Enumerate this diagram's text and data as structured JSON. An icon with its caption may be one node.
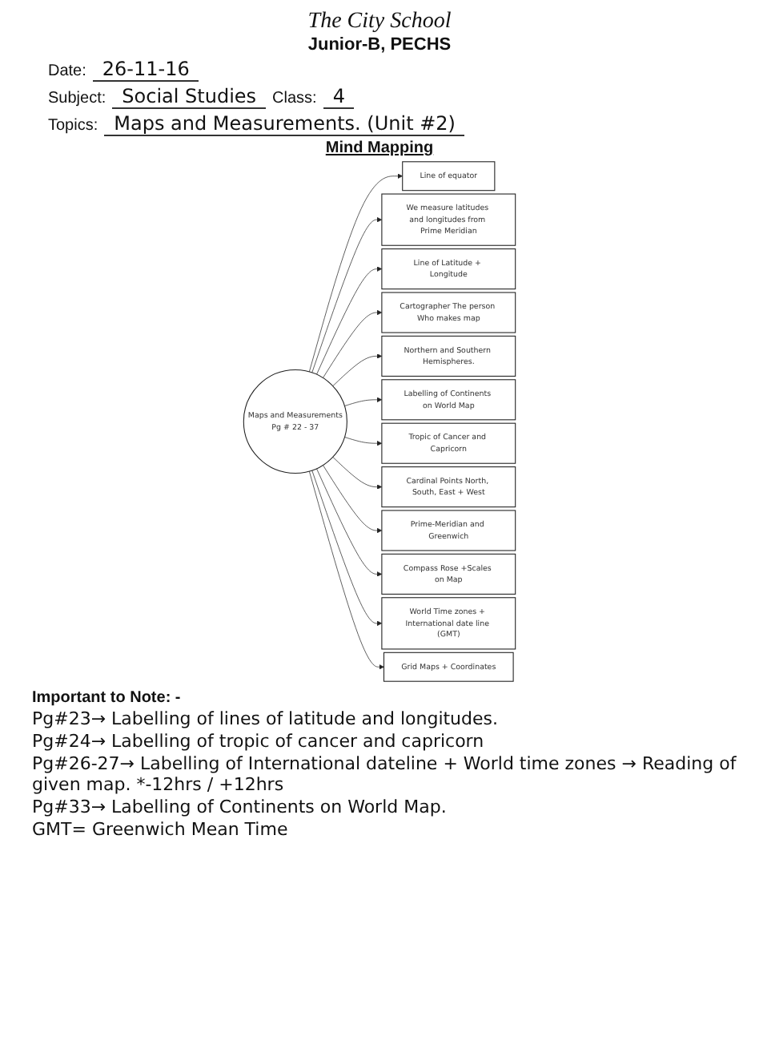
{
  "diagram": {
    "title": "Mind Mapping",
    "nodes": [
      {
        "text": [
          "Maps and Measurements",
          "Pg # 22 - 37"
        ]
      },
      {
        "text": [
          "Line of equator"
        ]
      },
      {
        "text": [
          "We measure latitudes and longitudes from Prime Meridian"
        ]
      },
      {
        "text": [
          "Line of Latitude + Longitude"
        ]
      },
      {
        "text": [
          "Cartographer The person Who makes map"
        ]
      },
      {
        "text": [
          "Northern and Southern Hemispheres."
        ]
      },
      {
        "text": [
          "Labelling of Continents on World Map"
        ]
      },
      {
        "text": [
          "Tropic of Cancer and Capricorn"
        ]
      },
      {
        "text": [
          "Cardinal Points North, South, East + West"
        ]
      },
      {
        "text": [
          "Prime-Meridian and Greenwich"
        ]
      },
      {
        "text": [
          "Compass Rose +Scales on Map"
        ]
      },
      {
        "text": [
          "World Time zones + International date line (GMT)"
        ]
      },
      {
        "text": [
          "Grid Maps + Coordinates"
        ]
      }
    ],
    "edges": [
      {
        "from": 0,
        "to": 1,
        "arrow": "to"
      },
      {
        "from": 0,
        "to": 2,
        "arrow": "to"
      },
      {
        "from": 0,
        "to": 3,
        "arrow": "to"
      },
      {
        "from": 0,
        "to": 4,
        "arrow": "to"
      },
      {
        "from": 0,
        "to": 5,
        "arrow": "to"
      },
      {
        "from": 0,
        "to": 6,
        "arrow": "to"
      },
      {
        "from": 0,
        "to": 7,
        "arrow": "to"
      },
      {
        "from": 0,
        "to": 8,
        "arrow": "to"
      },
      {
        "from": 0,
        "to": 9,
        "arrow": "to"
      },
      {
        "from": 0,
        "to": 10,
        "arrow": "to"
      },
      {
        "from": 0,
        "to": 11,
        "arrow": "to"
      },
      {
        "from": 0,
        "to": 12,
        "arrow": "to"
      }
    ],
    "labels": [
      "The City School",
      "Junior-B, PECHS",
      "Date:",
      "26-11-16",
      "Subject:",
      "Social Studies",
      "Class:",
      "4",
      "Topics:",
      "Maps and Measurements. (Unit #2)",
      "Important to Note: -",
      "Pg#23→ Labelling of lines of latitude and longitudes.",
      "Pg#24→ Labelling of tropic of cancer and capricorn",
      "Pg#26-27→ Labelling of International dateline + World time zones → Reading of given map. *-12hrs / +12hrs",
      "Pg#33→ Labelling of Continents on World Map.",
      "GMT= Greenwich Mean Time"
    ]
  }
}
